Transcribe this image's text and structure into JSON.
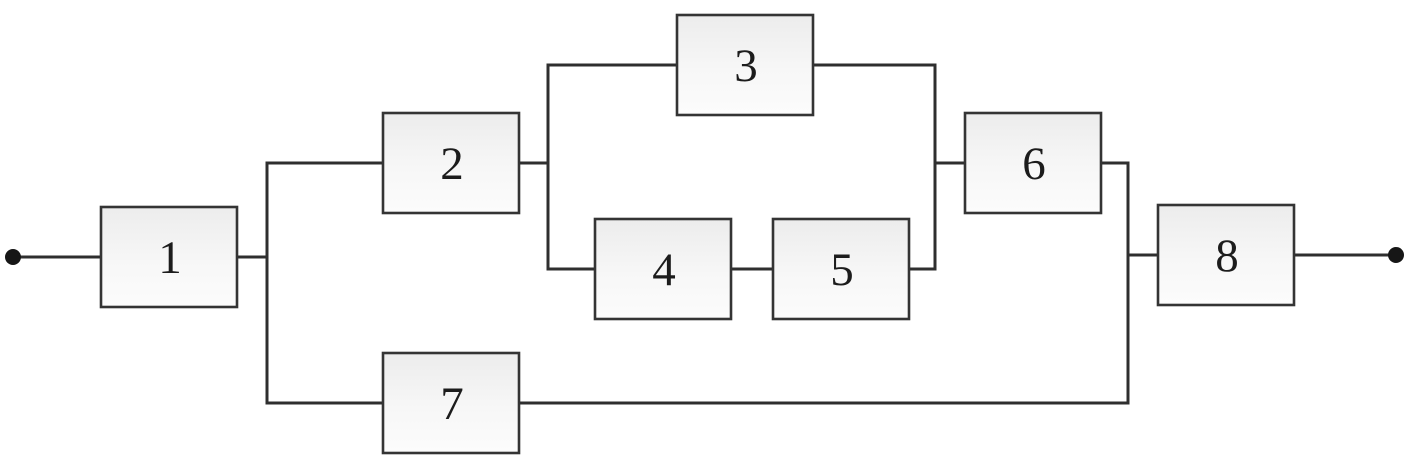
{
  "diagram": {
    "kind": "reliability-block-diagram",
    "topology": "start - 1 - ( (2 - (3 | 4-5) - 6) | 7 ) - 8 - end",
    "blocks": [
      {
        "id": "1",
        "label": "1"
      },
      {
        "id": "2",
        "label": "2"
      },
      {
        "id": "3",
        "label": "3"
      },
      {
        "id": "4",
        "label": "4"
      },
      {
        "id": "5",
        "label": "5"
      },
      {
        "id": "6",
        "label": "6"
      },
      {
        "id": "7",
        "label": "7"
      },
      {
        "id": "8",
        "label": "8"
      }
    ],
    "connections": [
      "input-terminal > 1",
      "1 > split-A",
      "split-A > 2",
      "2 > split-B",
      "split-B > 3",
      "split-B > 4",
      "4 > 5",
      "3 > join-B",
      "5 > join-B",
      "join-B > 6",
      "6 > join-A",
      "split-A > 7",
      "7 > join-A",
      "join-A > 8",
      "8 > output-terminal"
    ],
    "terminals": [
      {
        "id": "input",
        "shape": "dot"
      },
      {
        "id": "output",
        "shape": "dot"
      }
    ],
    "colors": {
      "background": "#ffffff",
      "line": "#2f2f2f",
      "block_border": "#343434",
      "block_fill_top": "#ececec",
      "block_fill_bottom": "#fcfcfc",
      "terminal_dot": "#161616",
      "label_text": "#1c1c1c"
    }
  }
}
